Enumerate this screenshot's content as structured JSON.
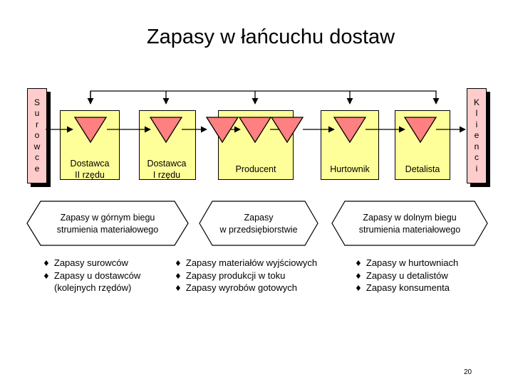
{
  "title": "Zapasy w łańcuchu dostaw",
  "suppliers_label": [
    "S",
    "u",
    "r",
    "o",
    "w",
    "c",
    "e"
  ],
  "clients_label": [
    "K",
    "l",
    "i",
    "e",
    "n",
    "c",
    "i"
  ],
  "stages": {
    "tier2": [
      "Dostawca",
      "II rzędu"
    ],
    "tier1": [
      "Dostawca",
      "I rzędu"
    ],
    "producer": "Producent",
    "wholesaler": "Hurtownik",
    "retailer": "Detalista"
  },
  "segments": {
    "upstream": [
      "Zapasy w górnym biegu",
      "strumienia materiałowego"
    ],
    "company": [
      "Zapasy",
      "w przedsiębiorstwie"
    ],
    "downstream": [
      "Zapasy w dolnym biegu",
      "strumienia materiałowego"
    ]
  },
  "lists": {
    "upstream": [
      "Zapasy surowców",
      "Zapasy  u dostawców",
      "(kolejnych rzędów)"
    ],
    "company": [
      "Zapasy materiałów wyjściowych",
      "Zapasy produkcji w toku",
      "Zapasy wyrobów gotowych"
    ],
    "downstream": [
      "Zapasy w hurtowniach",
      "Zapasy  u detalistów",
      "Zapasy konsumenta"
    ],
    "bullet": "♦"
  },
  "page_number": "20",
  "colors": {
    "box_fill": "#ffff99",
    "side_fill": "#ffcccc",
    "triangle_fill": "#ff8080"
  }
}
